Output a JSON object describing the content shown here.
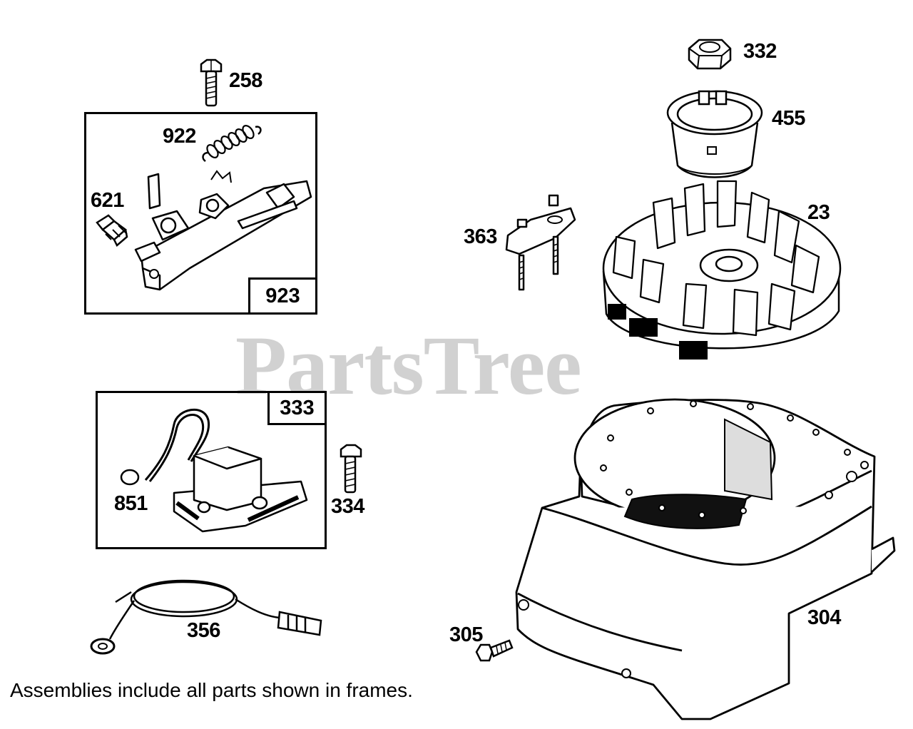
{
  "watermark": "PartsTree",
  "footnote": "Assemblies include all parts shown in frames.",
  "frames": {
    "governor_assembly": "923",
    "armature_assembly": "333"
  },
  "labels": {
    "p258": "258",
    "p922": "922",
    "p621": "621",
    "p332": "332",
    "p455": "455",
    "p363": "363",
    "p23": "23",
    "p851": "851",
    "p334": "334",
    "p356": "356",
    "p305": "305",
    "p304": "304"
  }
}
